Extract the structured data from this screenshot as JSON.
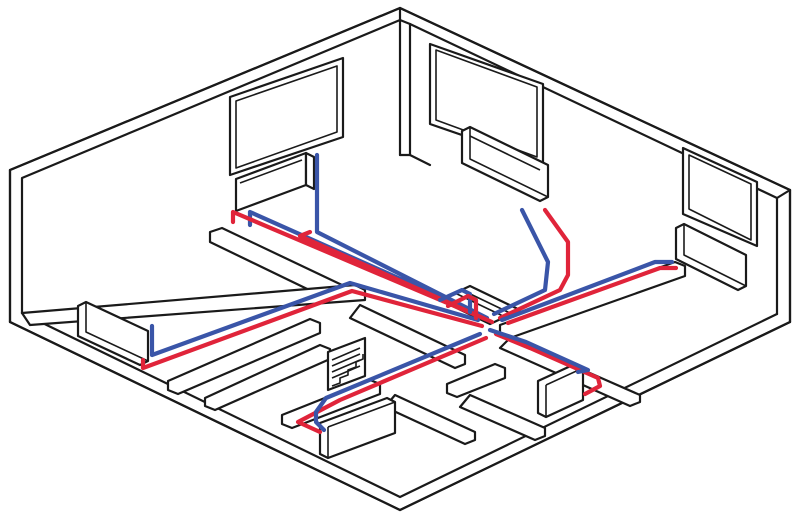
{
  "colors": {
    "supply_pipe": "#e0243a",
    "return_pipe": "#3a55a8",
    "outline": "#1a1a1a",
    "background": "#ffffff"
  },
  "components": {
    "radiators": 6,
    "windows": 3,
    "manifolds": 1,
    "staircases": 1
  }
}
